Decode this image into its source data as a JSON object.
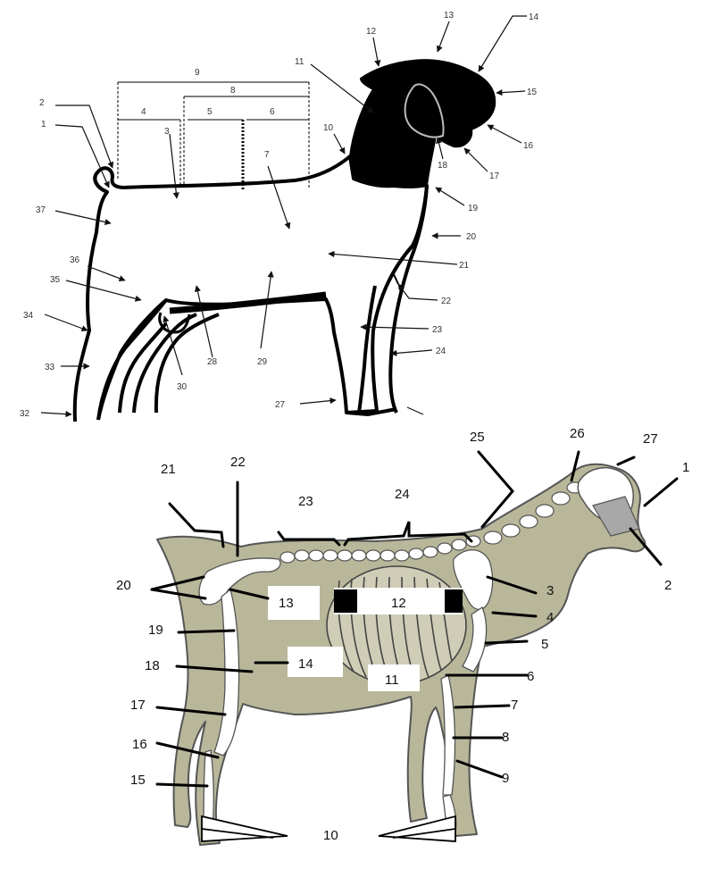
{
  "top_diagram": {
    "labels": [
      "1",
      "2",
      "3",
      "4",
      "5",
      "6",
      "7",
      "8",
      "9",
      "10",
      "11",
      "12",
      "13",
      "14",
      "15",
      "16",
      "17",
      "18",
      "19",
      "20",
      "21",
      "22",
      "23",
      "24",
      "27",
      "28",
      "29",
      "30",
      "32",
      "33",
      "34",
      "35",
      "36",
      "37"
    ]
  },
  "bottom_diagram": {
    "labels": [
      "1",
      "2",
      "3",
      "4",
      "5",
      "6",
      "7",
      "8",
      "9",
      "10",
      "11",
      "12",
      "13",
      "14",
      "15",
      "16",
      "17",
      "18",
      "19",
      "20",
      "21",
      "22",
      "23",
      "24",
      "25",
      "26",
      "27"
    ]
  },
  "colors": {
    "body_fill": "#b9b79a",
    "head_fill": "#000000",
    "bone_fill": "#ffffff",
    "outline": "#000000",
    "dark_block": "#000000"
  }
}
